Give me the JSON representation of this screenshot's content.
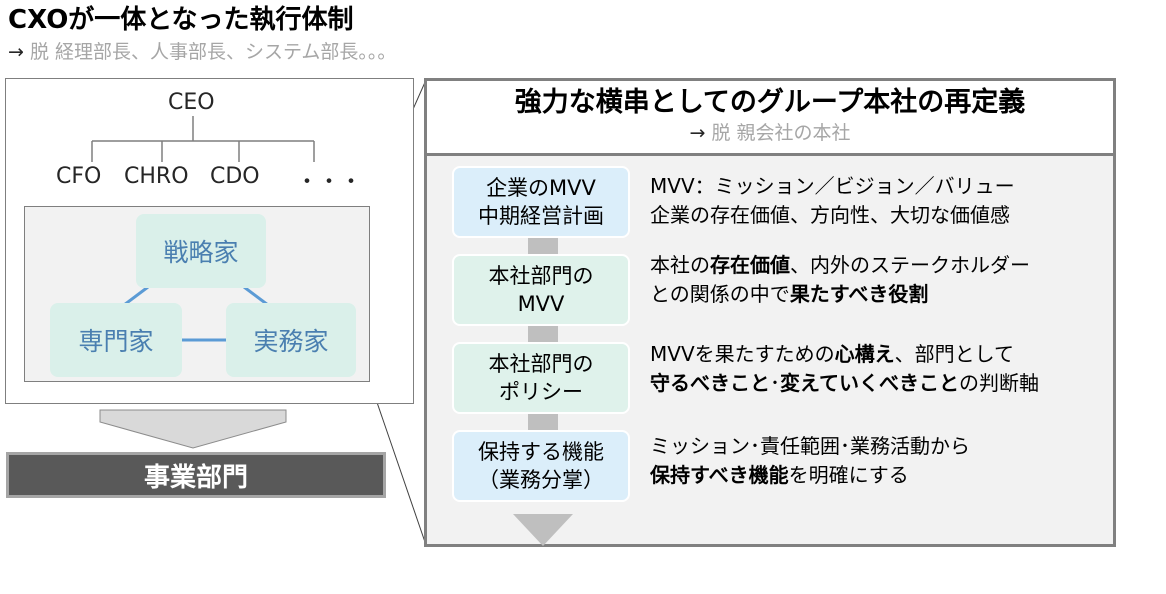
{
  "header": {
    "title": "CXOが一体となった執行体制",
    "subtitle_arrow": "→",
    "subtitle": " 脱 経理部長、人事部長、システム部長。。。"
  },
  "org": {
    "ceo": "CEO",
    "cfo": "CFO",
    "chro": "CHRO",
    "cdo": "CDO",
    "more": "・・・",
    "roles": {
      "strategist": "戦略家",
      "specialist": "専門家",
      "practitioner": "実務家"
    }
  },
  "division": {
    "label": "事業部門"
  },
  "right": {
    "heading": "強力な横串としてのグループ本社の再定義",
    "sub_arrow": "→",
    "subheading": " 脱 親会社の本社",
    "steps": [
      {
        "box_line1": "企業のMVV",
        "box_line2": "中期経営計画",
        "desc_line1": "MVV：ミッション／ビジョン／バリュー",
        "desc_line2": "企業の存在価値、方向性、大切な価値感"
      },
      {
        "box_line1": "本社部門の",
        "box_line2": "MVV",
        "desc_line1_a": "本社の",
        "desc_line1_b": "存在価値",
        "desc_line1_c": "、内外のステークホルダー",
        "desc_line2_a": "との関係の中で",
        "desc_line2_b": "果たすべき役割"
      },
      {
        "box_line1": "本社部門の",
        "box_line2": "ポリシー",
        "desc_line1_a": "MVVを果たすための",
        "desc_line1_b": "心構え",
        "desc_line1_c": "、部門として",
        "desc_line2_a": "守るべきこと",
        "desc_line2_b": "･",
        "desc_line2_c": "変えていくべきこと",
        "desc_line2_d": "の判断軸"
      },
      {
        "box_line1": "保持する機能",
        "box_line2": "（業務分掌）",
        "desc_line1": "ミッション･責任範囲･業務活動から",
        "desc_line2_a": "保持すべき機能",
        "desc_line2_b": "を明確にする"
      }
    ]
  },
  "colors": {
    "role_box_fill": "#daf0ea",
    "role_text": "#4a7fb0",
    "step_blue": "#dbeefa",
    "step_green": "#dff2eb",
    "division_fill": "#595959",
    "panel_fill": "#f2f2f2",
    "connector": "#5b9bd5"
  }
}
